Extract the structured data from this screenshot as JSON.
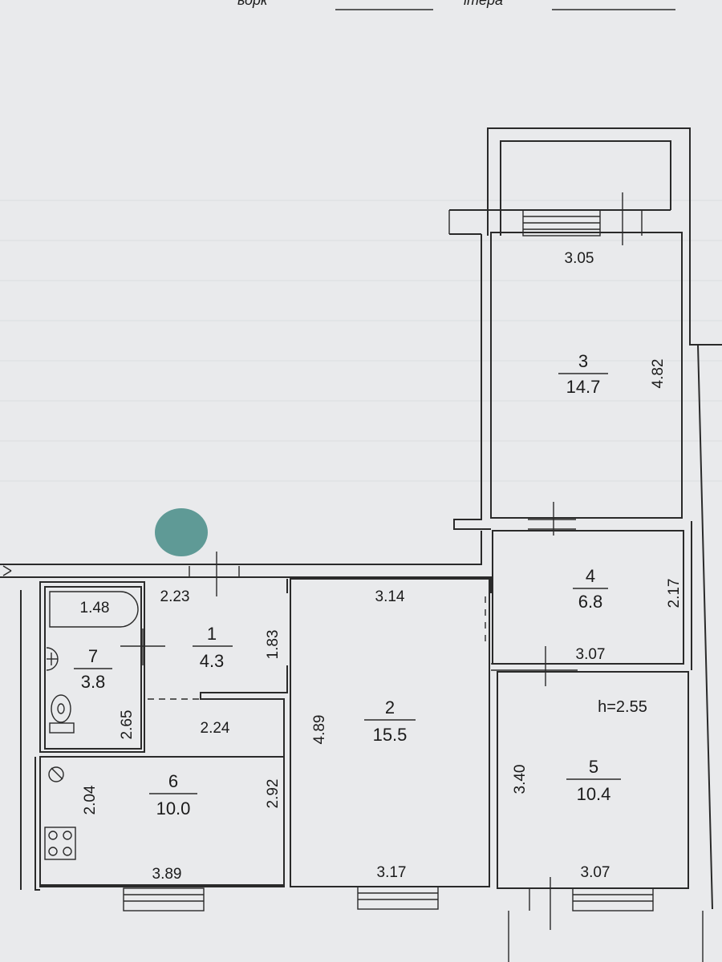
{
  "colors": {
    "paper": "#e9eaec",
    "ink": "#2a2a2a",
    "blot": "#5f9a96"
  },
  "header": {
    "frag1": "ворк",
    "frag2": "ітера"
  },
  "plan": {
    "height_label": "h=2.55",
    "rooms": [
      {
        "number": "1",
        "area": "4.3"
      },
      {
        "number": "2",
        "area": "15.5"
      },
      {
        "number": "3",
        "area": "14.7"
      },
      {
        "number": "4",
        "area": "6.8"
      },
      {
        "number": "5",
        "area": "10.4"
      },
      {
        "number": "6",
        "area": "10.0"
      },
      {
        "number": "7",
        "area": "3.8"
      }
    ],
    "dimensions": {
      "r3_top": "3.05",
      "r3_side": "4.82",
      "r4_side": "2.17",
      "r4_bottom": "3.07",
      "r2_top": "3.14",
      "r2_side": "4.89",
      "r2_bottom": "3.17",
      "r1_top": "2.23",
      "r1_side": "1.83",
      "r1_bottom": "2.24",
      "r5_side": "3.40",
      "r5_bottom": "3.07",
      "r6_side_left": "2.04",
      "r6_side_right": "2.92",
      "r6_bottom": "3.89",
      "r7_side": "2.65",
      "bath": "1.48"
    }
  }
}
